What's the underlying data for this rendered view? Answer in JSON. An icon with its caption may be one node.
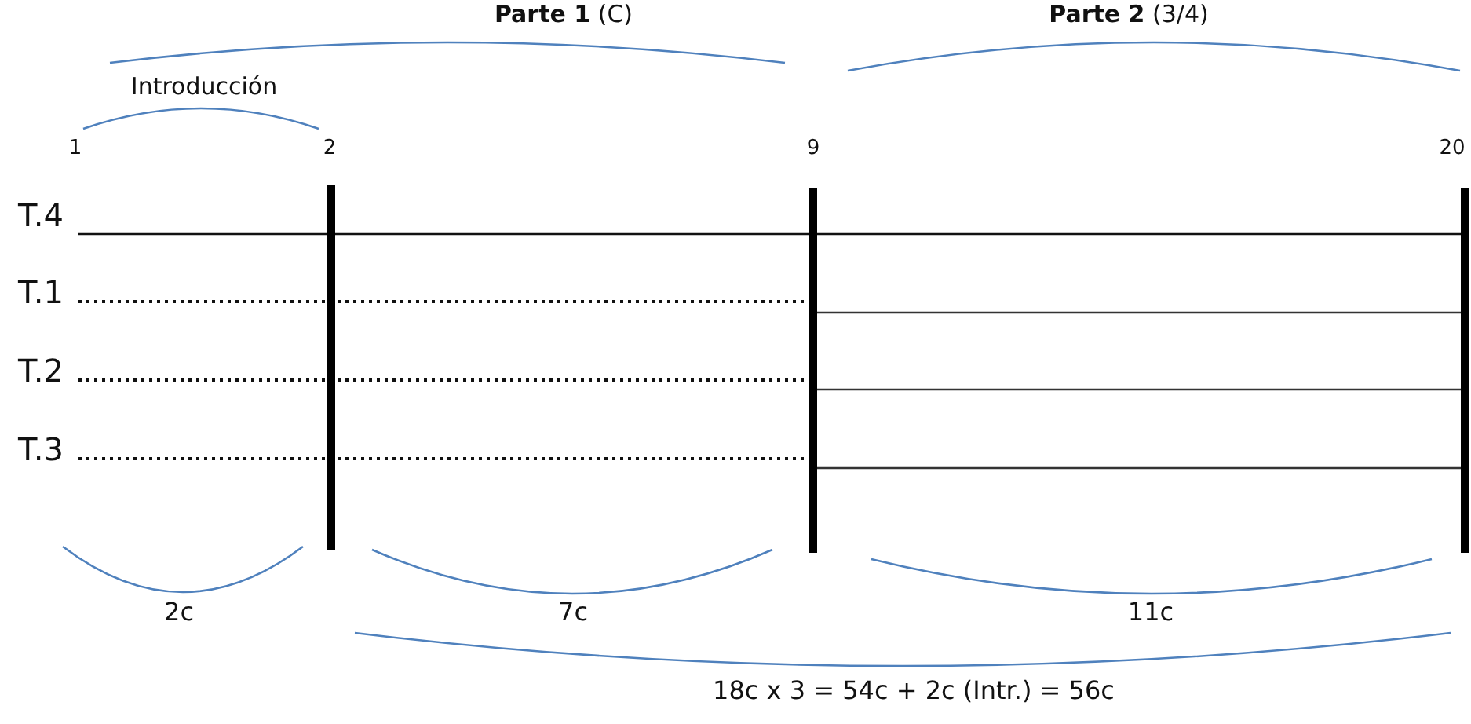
{
  "diagram": {
    "labels": [
      "**Parte 1** (C)",
      "**Parte 2** (3/4)",
      "Introducción",
      "1",
      "2",
      "9",
      "20",
      "T.4",
      "T.1",
      "T.2",
      "T.3",
      "2c",
      "7c",
      "11c",
      "18c x 3 = 54c + 2c (Intr.) = 56c"
    ]
  }
}
